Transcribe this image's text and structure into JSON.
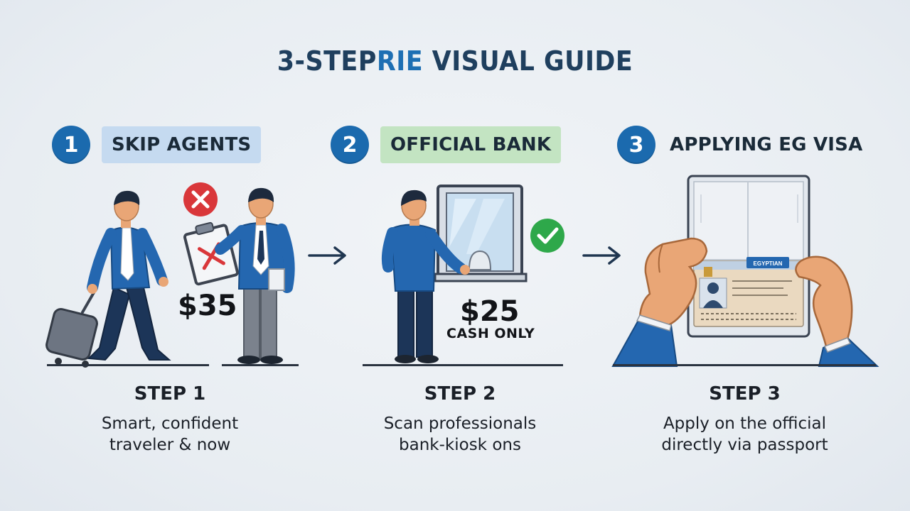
{
  "title": {
    "part1": "3-STEP",
    "part2": "RIE",
    "part3": " VISUAL GUIDE"
  },
  "steps": [
    {
      "number": "1",
      "label": "SKIP AGENTS",
      "title": "STEP 1",
      "line1": "Smart, confident",
      "line2": "traveler & now",
      "price": "$35"
    },
    {
      "number": "2",
      "label": "OFFICIAL BANK",
      "title": "STEP 2",
      "line1": "Scan professionals",
      "line2": "bank-kiosk ons",
      "price": "$25",
      "note": "CASH ONLY"
    },
    {
      "number": "3",
      "label": "APPLYING EG VISA",
      "title": "STEP 3",
      "line1": "Apply on the official",
      "line2": "directly via passport",
      "passport_label": "EGYPTIAN"
    }
  ],
  "colors": {
    "accent": "#1b6aae",
    "title": "#1f3f5e",
    "reject": "#d9373a",
    "approve": "#2ea84a"
  },
  "icons": [
    "x-icon",
    "checkmark-icon",
    "arrow-right-icon"
  ]
}
